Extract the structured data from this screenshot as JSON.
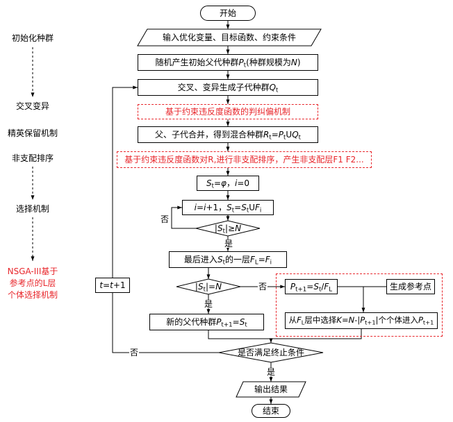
{
  "diagram": {
    "colors": {
      "line": "#000000",
      "highlight": "#e8262b"
    },
    "stages": {
      "init": "初始化种群",
      "crossover": "交叉变异",
      "elite": "精英保留机制",
      "nondom_sort": "非支配排序",
      "selection": "选择机制",
      "nsga3": [
        "NSGA-III基于",
        "参考点的L层",
        "个体选择机制"
      ]
    },
    "nodes": {
      "start": "开始",
      "input": "输入优化变量、目标函数、约束条件",
      "init_pop": [
        "随机产生初始父代种群",
        "P",
        "t",
        "(种群规模为",
        "N",
        ")"
      ],
      "offspring": [
        "交叉、变异生成子代种群",
        "Q",
        "t"
      ],
      "correction": "基于约束违反度函数的判纠偏机制",
      "merge": [
        "父、子代合并，得到混合种群",
        "R",
        "t",
        "=",
        "P",
        "t",
        "U",
        "Q",
        "t"
      ],
      "sort": "基于约束违反度函数对R,进行非支配排序，产生非支配层F1 F2...",
      "init_s": [
        "S",
        "t",
        "=",
        "φ",
        "，",
        "i",
        "=0"
      ],
      "iterate": [
        "i",
        "=",
        "i",
        "+1，",
        "S",
        "t",
        "=",
        "S",
        "t",
        "U",
        "F",
        "i"
      ],
      "check_ge": [
        "|",
        "S",
        "t",
        "|≥",
        "N"
      ],
      "last_layer": [
        "最后进入",
        "S",
        "t",
        "的一层",
        "F",
        "L",
        "=",
        "F",
        "i"
      ],
      "check_eq": [
        "|",
        "S",
        "t",
        "|=",
        "N"
      ],
      "new_parent": [
        "新的父代种群",
        "P",
        "t+1",
        "=",
        "S",
        "t"
      ],
      "p_next": [
        "P",
        "t+1",
        "=",
        "S",
        "t",
        "/",
        "F",
        "L"
      ],
      "ref_points": "生成参考点",
      "select_k": [
        "从",
        "F",
        "L",
        "层中选择",
        "K",
        "=",
        "N",
        "-|",
        "P",
        "t+1",
        "|个个体进入",
        "P",
        "t+1"
      ],
      "t_inc": [
        "t",
        "=",
        "t",
        "+1"
      ],
      "terminate": "是否满足终止条件",
      "output": "输出结果",
      "end": "结束"
    },
    "edge_labels": {
      "yes": "是",
      "no": "否"
    }
  }
}
